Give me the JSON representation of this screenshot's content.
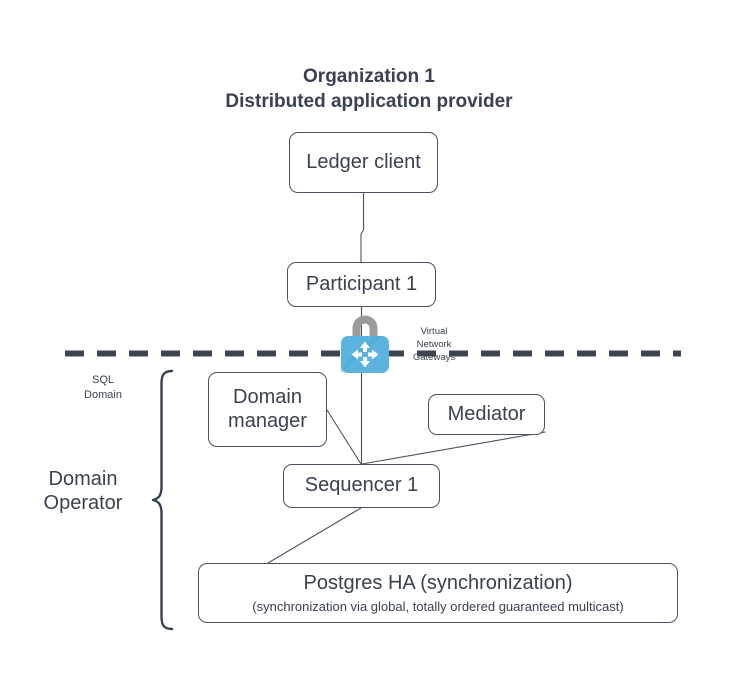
{
  "diagram": {
    "title": "Organization 1\nDistributed application provider",
    "boundary_label": "dashed-separator",
    "nodes": [
      {
        "id": "ledger-client",
        "label": "Ledger client"
      },
      {
        "id": "participant-1",
        "label": "Participant 1"
      },
      {
        "id": "domain-manager",
        "label": "Domain\nmanager"
      },
      {
        "id": "mediator",
        "label": "Mediator"
      },
      {
        "id": "sequencer-1",
        "label": "Sequencer 1"
      },
      {
        "id": "postgres",
        "label": "Postgres HA (synchronization)",
        "sublabel": "(synchronization via global, totally ordered guaranteed multicast)"
      }
    ],
    "annotations": {
      "sql_domain": "SQL\nDomain",
      "domain_operator": "Domain\nOperator",
      "virtual_network_gateways": "Virtual\nNetwork\nGateways"
    },
    "icons": {
      "vng": "padlock-network-gateway-icon"
    },
    "colors": {
      "stroke": "#4A5260",
      "text": "#3A4250",
      "dashed_line": "#3D4650",
      "icon_body": "#5BB4E0",
      "icon_body_shade": "#4EA6D4",
      "icon_shackle": "#9B9B9B",
      "icon_glyph": "#FFFFFF",
      "background": "#FFFFFF"
    }
  }
}
